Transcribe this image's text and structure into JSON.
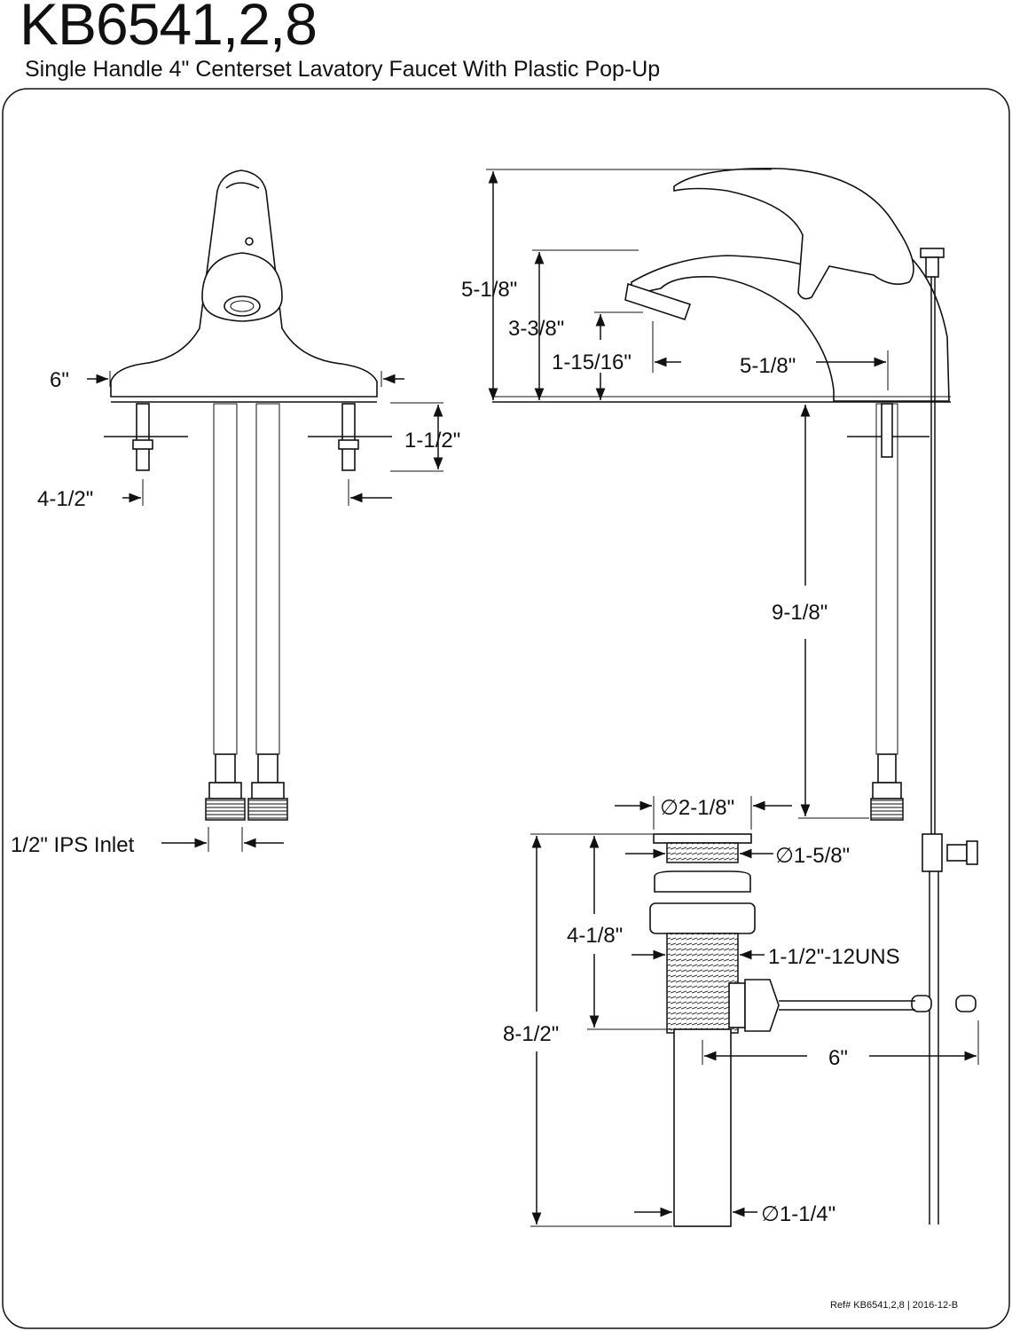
{
  "header": {
    "model": "KB6541,2,8",
    "description": "Single Handle 4\" Centerset Lavatory Faucet With Plastic Pop-Up"
  },
  "front_view": {
    "width_label": "6\"",
    "shank_length_label": "1-1/2\"",
    "shank_spacing_label": "4-1/2\"",
    "inlet_label": "1/2\" IPS Inlet"
  },
  "side_view": {
    "overall_height_label": "5-1/8\"",
    "spout_height_label": "3-3/8\"",
    "aerator_height_label": "1-15/16\"",
    "spout_reach_label": "5-1/8\"",
    "supply_length_label": "9-1/8\""
  },
  "drain": {
    "flange_diameter_label": "∅2-1/8\"",
    "strainer_diameter_label": "∅1-5/8\"",
    "body_length_label": "4-1/8\"",
    "thread_label": "1-1/2\"-12UNS",
    "overall_length_label": "8-1/2\"",
    "rod_length_label": "6\"",
    "tailpiece_diameter_label": "∅1-1/4\""
  },
  "footer": {
    "reference": "Ref# KB6541,2,8 | 2016-12-B"
  }
}
